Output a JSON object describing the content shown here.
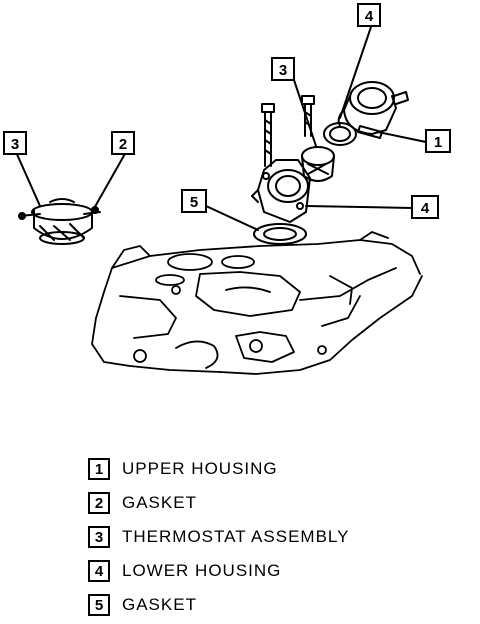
{
  "callouts": {
    "c1": "1",
    "c2": "2",
    "c3_left": "3",
    "c3_top": "3",
    "c4_top": "4",
    "c4_right": "4",
    "c5": "5"
  },
  "legend": [
    {
      "num": "1",
      "label": "UPPER HOUSING"
    },
    {
      "num": "2",
      "label": "GASKET"
    },
    {
      "num": "3",
      "label": "THERMOSTAT ASSEMBLY"
    },
    {
      "num": "4",
      "label": "LOWER HOUSING"
    },
    {
      "num": "5",
      "label": "GASKET"
    }
  ]
}
